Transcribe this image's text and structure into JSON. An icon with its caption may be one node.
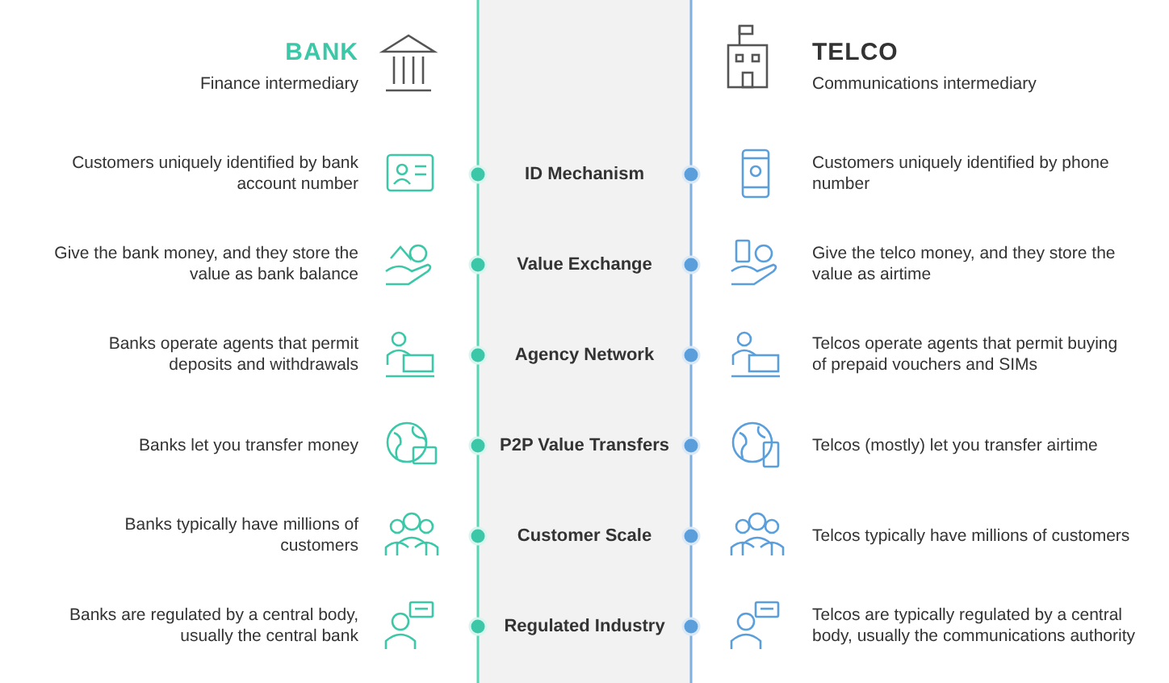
{
  "diagram": {
    "labels": [
      "BANK",
      "Finance intermediary",
      "TELCO",
      "Communications intermediary",
      "Customers uniquely identified by bank account number",
      "ID Mechanism",
      "Customers uniquely identified by phone number",
      "Give the bank money, and they store the value as bank balance",
      "Value Exchange",
      "Give the telco money, and they store the value as airtime",
      "Banks operate agents that permit deposits and withdrawals",
      "Agency Network",
      "Telcos operate agents that permit buying of prepaid vouchers and SIMs",
      "Banks let you transfer money",
      "P2P Value Transfers",
      "Telcos (mostly) let you transfer airtime",
      "Banks typically have millions of customers",
      "Customer Scale",
      "Telcos typically have millions of customers",
      "Banks are regulated by a central body, usually the central bank",
      "Regulated Industry",
      "Telcos are typically regulated by a central body, usually the communications authority"
    ]
  }
}
